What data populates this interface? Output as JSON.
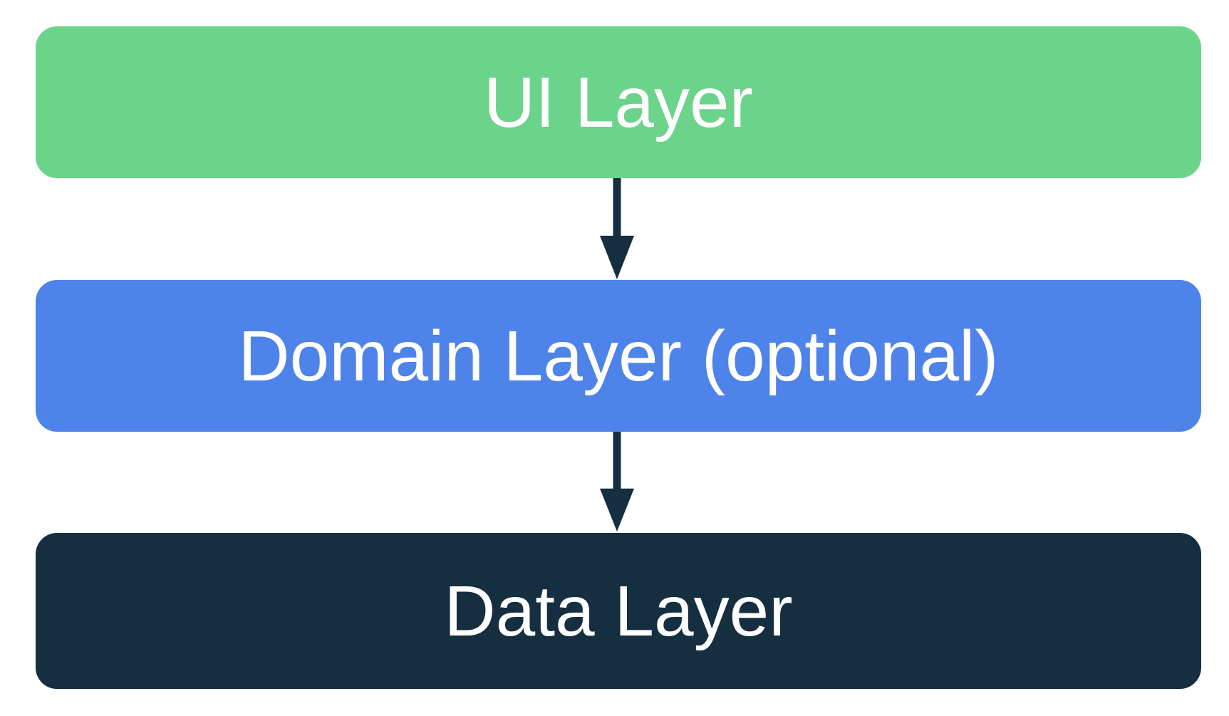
{
  "diagram": {
    "description": "App architecture layer diagram",
    "layers": [
      {
        "label": "UI Layer",
        "color": "#6bd38a"
      },
      {
        "label": "Domain Layer (optional)",
        "color": "#4e83ea"
      },
      {
        "label": "Data Layer",
        "color": "#152e40"
      }
    ],
    "arrows": [
      {
        "name": "ui-to-domain",
        "direction": "down"
      },
      {
        "name": "domain-to-data",
        "direction": "down"
      }
    ],
    "colors": {
      "background": "#ffffff",
      "arrow": "#152e40",
      "text": "#ffffff"
    }
  }
}
